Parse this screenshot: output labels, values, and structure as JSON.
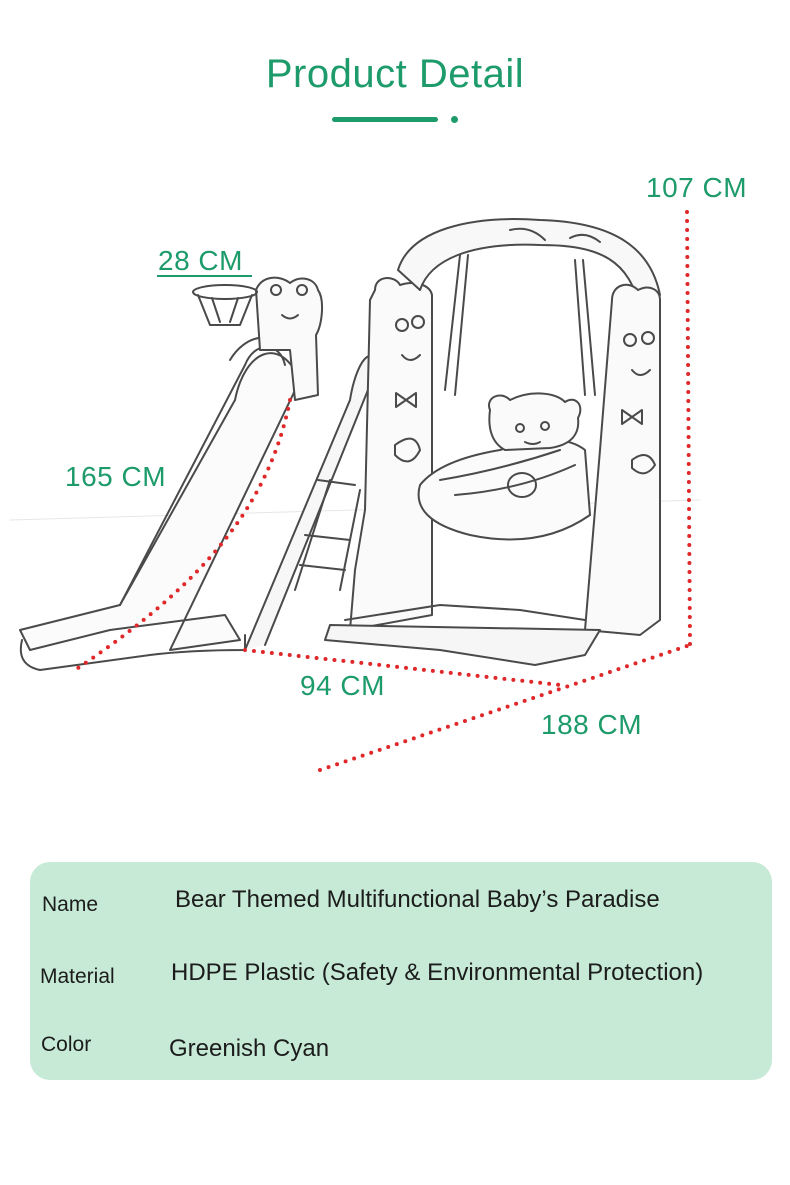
{
  "header": {
    "title": "Product Detail"
  },
  "dimensions": {
    "basket_width": "28 CM",
    "height": "107 CM",
    "slide_length": "165 CM",
    "depth": "94 CM",
    "total_length": "188 CM"
  },
  "specs": [
    {
      "label": "Name",
      "value": "Bear Themed Multifunctional Baby’s Paradise"
    },
    {
      "label": "Material",
      "value": "HDPE Plastic (Safety & Environmental Protection)"
    },
    {
      "label": "Color",
      "value": "Greenish Cyan"
    }
  ],
  "colors": {
    "accent_green": "#1e9b6b",
    "dimension_red": "#e0282a",
    "card_bg": "#c6ead6",
    "sketch_line": "#4a4a4a"
  },
  "icons": {
    "product_illustration": "bear-slide-swing-set-sketch"
  }
}
